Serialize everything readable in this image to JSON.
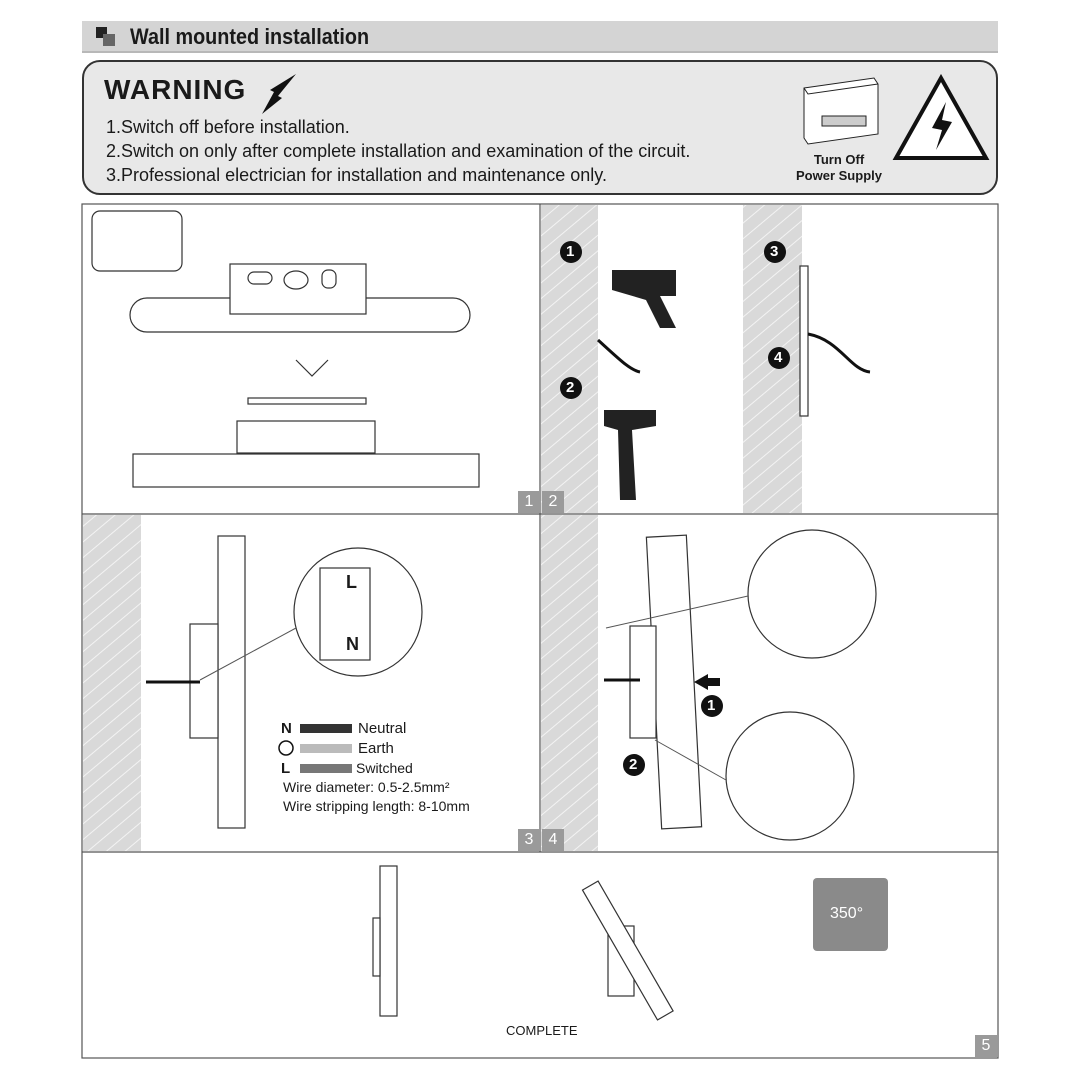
{
  "header": {
    "title": "Wall mounted installation"
  },
  "warning": {
    "title": "WARNING",
    "items": [
      "1.Switch off before installation.",
      "2.Switch on only after complete installation and examination of the circuit.",
      "3.Professional electrician for installation and maintenance only."
    ],
    "power_label_1": "Turn Off",
    "power_label_2": "Power Supply"
  },
  "steps": {
    "s1": "1",
    "s2": "2",
    "s3": "3",
    "s4": "4",
    "s5": "5",
    "c1": "1",
    "c2": "2",
    "c3": "3",
    "c4": "4",
    "d1": "1",
    "d2": "2"
  },
  "wiring": {
    "n": "N",
    "n_label": "Neutral",
    "e_label": "Earth",
    "l": "L",
    "l_label": "Switched",
    "diameter": "Wire diameter: 0.5-2.5mm²",
    "stripping": "Wire stripping length: 8-10mm",
    "term_l": "L",
    "term_n": "N"
  },
  "rotation": "350°",
  "complete": "COMPLETE",
  "colors": {
    "header_bg": "#d4d4d4",
    "warning_bg": "#e8e8e8",
    "hatch": "#c8c8c8",
    "badge": "#9a9a9a"
  }
}
